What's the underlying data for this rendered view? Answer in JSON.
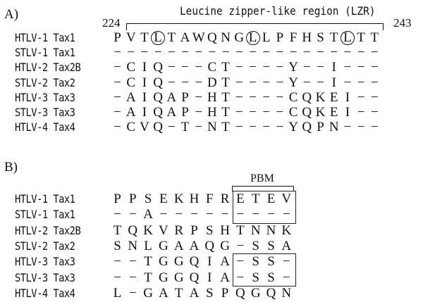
{
  "panel_a": {
    "label": "A)",
    "region_title": "Leucine zipper-like region (LZR)",
    "start_position": "224",
    "end_position": "243",
    "circled_columns": [
      3,
      10,
      17
    ],
    "rows": [
      {
        "name": "HTLV-1 Tax1",
        "residues": [
          "P",
          "V",
          "T",
          "L",
          "T",
          "A",
          "W",
          "Q",
          "N",
          "G",
          "L",
          "L",
          "P",
          "F",
          "H",
          "S",
          "T",
          "L",
          "T",
          "T"
        ]
      },
      {
        "name": "STLV-1 Tax1",
        "residues": [
          "−",
          "−",
          "−",
          "−",
          "−",
          "−",
          "−",
          "−",
          "−",
          "−",
          "−",
          "−",
          "−",
          "−",
          "−",
          "−",
          "−",
          "−",
          "−",
          "−"
        ]
      },
      {
        "name": "HTLV-2 Tax2B",
        "residues": [
          "−",
          "C",
          "I",
          "Q",
          "−",
          "−",
          "−",
          "C",
          "T",
          "−",
          "−",
          "−",
          "−",
          "Y",
          "−",
          "−",
          "I",
          "−",
          "−",
          "−"
        ]
      },
      {
        "name": "STLV-2 Tax2",
        "residues": [
          "−",
          "C",
          "I",
          "Q",
          "−",
          "−",
          "−",
          "D",
          "T",
          "−",
          "−",
          "−",
          "−",
          "Y",
          "−",
          "−",
          "I",
          "−",
          "−",
          "−"
        ]
      },
      {
        "name": "HTLV-3 Tax3",
        "residues": [
          "−",
          "A",
          "I",
          "Q",
          "A",
          "P",
          "−",
          "H",
          "T",
          "−",
          "−",
          "−",
          "−",
          "C",
          "Q",
          "K",
          "E",
          "I",
          "−",
          "−"
        ]
      },
      {
        "name": "STLV-3 Tax3",
        "residues": [
          "−",
          "A",
          "I",
          "Q",
          "A",
          "P",
          "−",
          "H",
          "T",
          "−",
          "−",
          "−",
          "−",
          "C",
          "Q",
          "K",
          "E",
          "I",
          "−",
          "−"
        ]
      },
      {
        "name": "HTLV-4 Tax4",
        "residues": [
          "−",
          "C",
          "V",
          "Q",
          "−",
          "T",
          "−",
          "N",
          "T",
          "−",
          "−",
          "−",
          "−",
          "Y",
          "Q",
          "P",
          "N",
          "−",
          "−",
          "−"
        ]
      }
    ]
  },
  "panel_b": {
    "label": "B)",
    "region_title": "PBM",
    "boxed_columns": [
      8,
      11
    ],
    "boxed_row_groups": [
      [
        0,
        1
      ],
      [
        4,
        5
      ]
    ],
    "rows": [
      {
        "name": "HTLV-1 Tax1",
        "residues": [
          "P",
          "P",
          "S",
          "E",
          "K",
          "H",
          "F",
          "R",
          "E",
          "T",
          "E",
          "V"
        ]
      },
      {
        "name": "STLV-1 Tax1",
        "residues": [
          "−",
          "−",
          "A",
          "−",
          "−",
          "−",
          "−",
          "−",
          "−",
          "−",
          "−",
          "−"
        ]
      },
      {
        "name": "HTLV-2 Tax2B",
        "residues": [
          "T",
          "Q",
          "K",
          "V",
          "R",
          "P",
          "S",
          "H",
          "T",
          "N",
          "N",
          "K"
        ]
      },
      {
        "name": "STLV-2 Tax2",
        "residues": [
          "S",
          "N",
          "L",
          "G",
          "A",
          "A",
          "Q",
          "G",
          "−",
          "S",
          "S",
          "A"
        ]
      },
      {
        "name": "HTLV-3 Tax3",
        "residues": [
          "−",
          "−",
          "T",
          "G",
          "G",
          "Q",
          "I",
          "A",
          "−",
          "S",
          "S",
          "−"
        ]
      },
      {
        "name": "STLV-3 Tax3",
        "residues": [
          "−",
          "−",
          "T",
          "G",
          "G",
          "Q",
          "I",
          "A",
          "−",
          "S",
          "S",
          "−"
        ]
      },
      {
        "name": "HTLV-4 Tax4",
        "residues": [
          "L",
          "−",
          "G",
          "A",
          "T",
          "A",
          "S",
          "P",
          "Q",
          "G",
          "Q",
          "N"
        ]
      }
    ]
  }
}
